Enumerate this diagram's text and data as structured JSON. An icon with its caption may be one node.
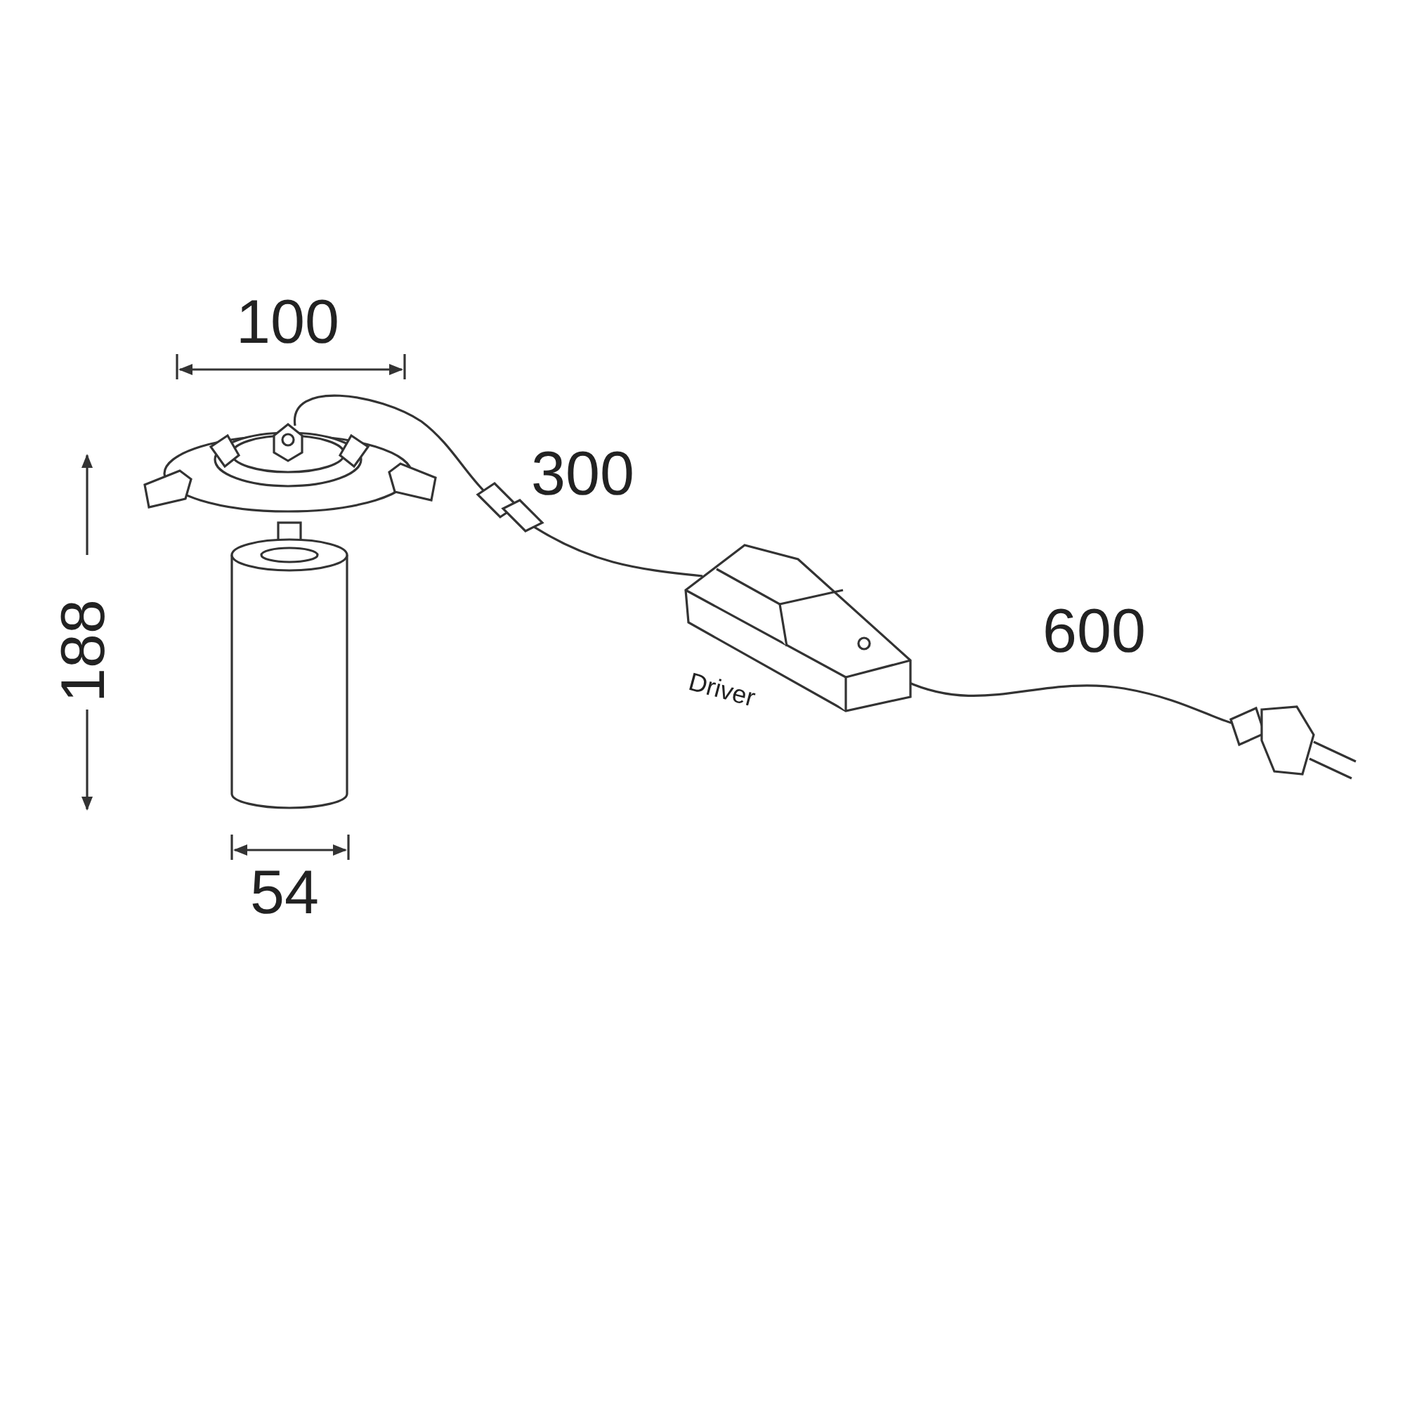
{
  "diagram": {
    "labels": [
      "100",
      "300",
      "188",
      "600",
      "Driver",
      "54"
    ]
  }
}
